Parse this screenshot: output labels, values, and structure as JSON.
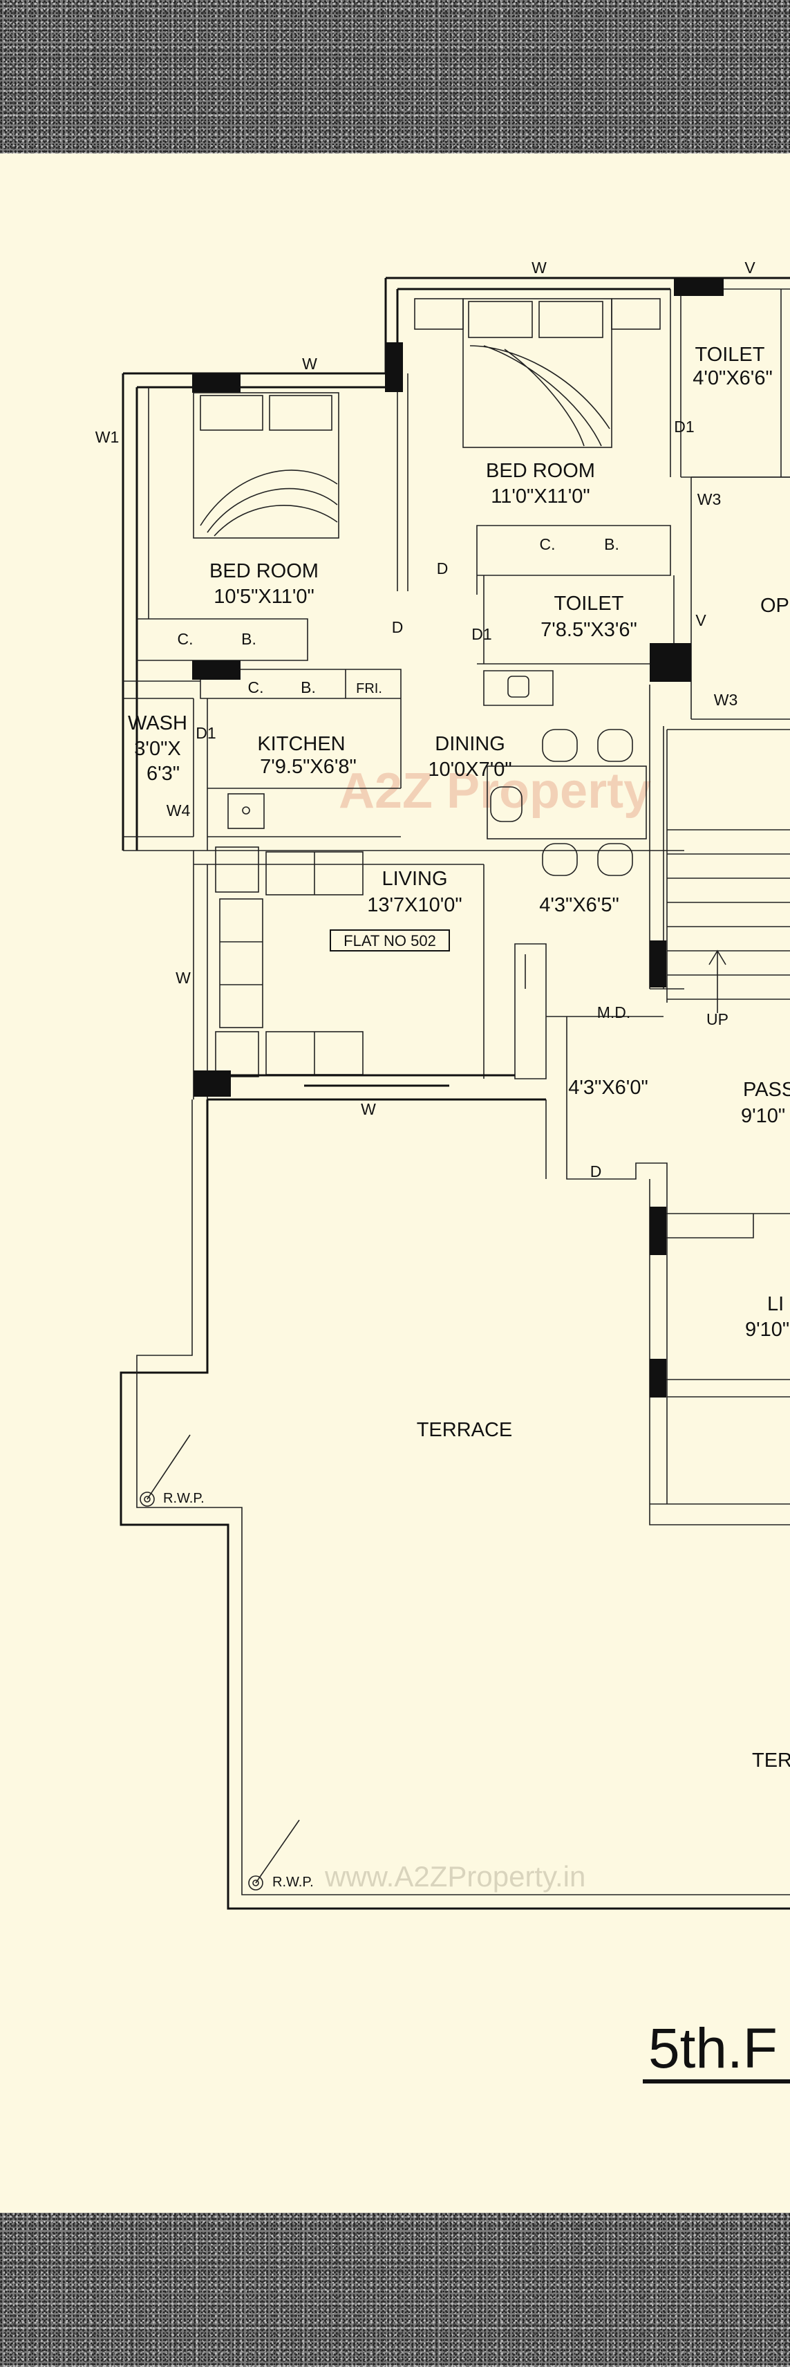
{
  "plan": {
    "flat_no": "FLAT NO  502",
    "floor_title": "5th.F",
    "rooms": [
      {
        "name": "BED ROOM",
        "dims": "10'5\"X11'0\""
      },
      {
        "name": "BED ROOM",
        "dims": "11'0\"X11'0\""
      },
      {
        "name": "TOILET",
        "dims": "4'0\"X6'6\""
      },
      {
        "name": "TOILET",
        "dims": "7'8.5\"X3'6\""
      },
      {
        "name": "KITCHEN",
        "dims": "7'9.5\"X6'8\""
      },
      {
        "name": "DINING",
        "dims": "10'0X7'0\""
      },
      {
        "name": "LIVING",
        "dims": "13'7X10'0\""
      },
      {
        "name": "WASH",
        "dims_line1": "3'0\"X",
        "dims_line2": "6'3\""
      }
    ],
    "labels": {
      "w": "W",
      "w1": "W1",
      "w3": "W3",
      "w4": "W4",
      "v": "V",
      "d": "D",
      "d1": "D1",
      "c": "C.",
      "b": "B.",
      "fri": "FRI.",
      "md": "M.D.",
      "up": "UP",
      "rwp": "R.W.P.",
      "terrace": "TERRACE",
      "terrace_partial": "TER",
      "op_partial": "OP",
      "passage_partial": "PASS",
      "passage_dims_partial": "9'10\"",
      "lift_partial": "LI",
      "lift_dims_partial": "9'10\"",
      "lobby_dims": "4'3\"X6'5\"",
      "landing_dims": "4'3\"X6'0\""
    },
    "watermarks": {
      "logo": "A2Z Property",
      "url": "www.A2ZProperty.in"
    }
  }
}
